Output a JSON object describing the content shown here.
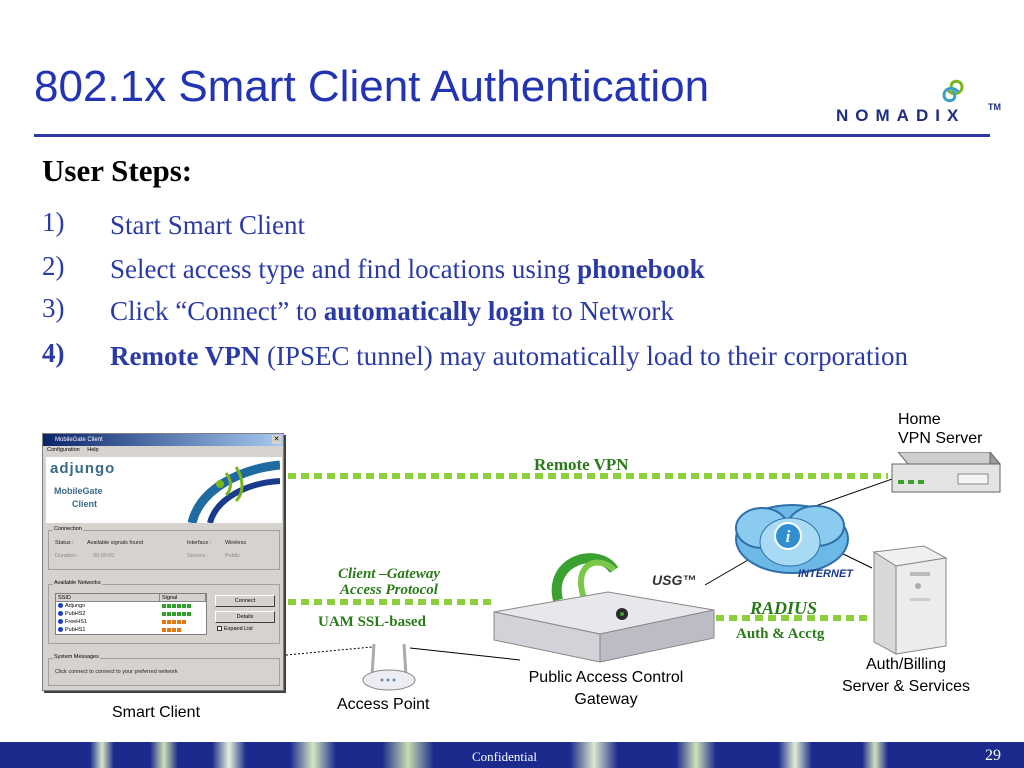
{
  "slide": {
    "title": "802.1x Smart Client Authentication",
    "logo_text": "NOMADIX",
    "logo_tm": "TM"
  },
  "steps": {
    "heading": "User Steps:",
    "items": [
      {
        "num": "1)",
        "text": "Start Smart Client",
        "bold": "",
        "after": ""
      },
      {
        "num": "2)",
        "text": "Select access type and find locations using ",
        "bold": "phonebook",
        "after": ""
      },
      {
        "num": "3)",
        "text": "Click “Connect” to ",
        "bold": "automatically login",
        "after": " to Network"
      },
      {
        "num": "4)",
        "text": "",
        "bold": "Remote VPN",
        "after": " (IPSEC tunnel) may automatically load to their corporation"
      }
    ]
  },
  "client_window": {
    "title": "MobileGate Client",
    "menu": [
      "Configuration",
      "Help"
    ],
    "brand": "adjungo",
    "product_line1": "MobileGate",
    "product_line2": "Client",
    "connection_label": "Connection",
    "status_label": "Status :",
    "status_value": "Available signals found",
    "interface_label": "Interface :",
    "interface_value": "Wireless",
    "duration_label": "Duration :",
    "duration_value": "00:00:00",
    "service_label": "Service :",
    "service_value": "Public",
    "networks_label": "Available Networks",
    "col_ssid": "SSID",
    "col_signal": "Signal",
    "networks": [
      {
        "ssid": "Adjungo",
        "signal_color": "#2ea02e"
      },
      {
        "ssid": "PubHS2",
        "signal_color": "#2ea02e"
      },
      {
        "ssid": "FreeHS1",
        "signal_color": "#e07a10"
      },
      {
        "ssid": "PubHS1",
        "signal_color": "#e07a10"
      }
    ],
    "connect_button": "Connect",
    "details_button": "Details",
    "expand_list": "Expand List",
    "messages_label": "System Messages",
    "message": "Click connect to connect to your preferred network"
  },
  "diagram": {
    "home_vpn_line1": "Home",
    "home_vpn_line2": "VPN Server",
    "remote_vpn": "Remote VPN",
    "client_gateway_line1": "Client –Gateway",
    "client_gateway_line2": "Access Protocol",
    "uam_ssl": "UAM SSL-based",
    "radius": "RADIUS",
    "auth_acctg": "Auth & Acctg",
    "internet": "INTERNET",
    "usg": "USG™",
    "auth_billing_line1": "Auth/Billing",
    "auth_billing_line2": "Server & Services",
    "gateway_line1": "Public Access Control",
    "gateway_line2": "Gateway",
    "access_point": "Access Point",
    "smart_client": "Smart Client"
  },
  "footer": {
    "text": "Confidential",
    "page": "29"
  },
  "colors": {
    "title_blue": "#2234b4",
    "step_blue": "#2a3aa6",
    "link_green": "#2a7a1a",
    "dash_green": "#8ccf3a",
    "footer_blue": "#1b2a8c"
  }
}
